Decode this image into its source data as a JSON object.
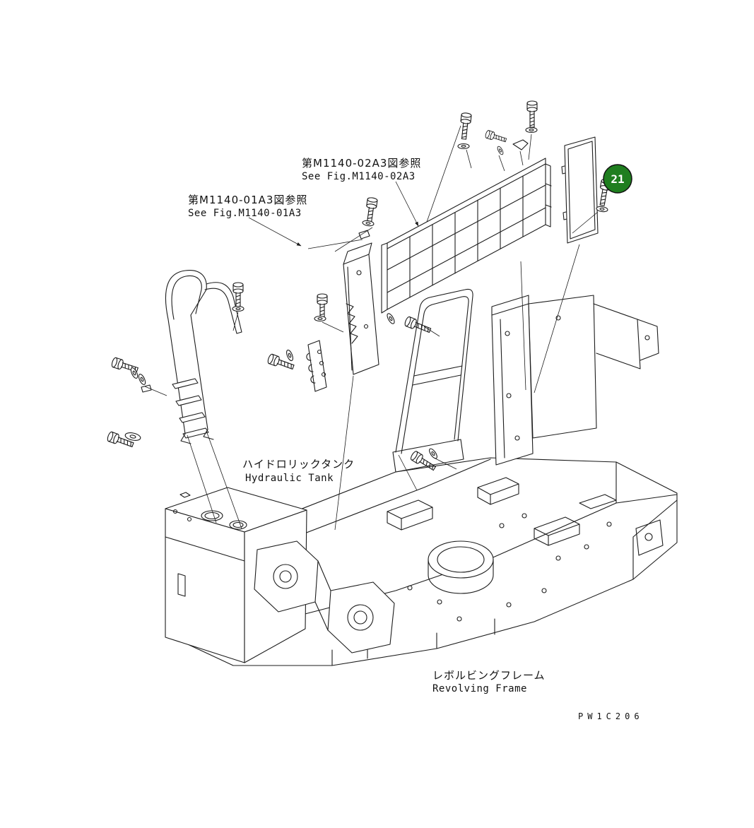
{
  "figure": {
    "code": "PW1C206",
    "callout": {
      "number": "21",
      "color": "#1f7e1f"
    }
  },
  "labels": {
    "see_fig_02a3_jp": "第M1140-02A3図参照",
    "see_fig_02a3_en": "See Fig.M1140-02A3",
    "see_fig_01a3_jp": "第M1140-01A3図参照",
    "see_fig_01a3_en": "See Fig.M1140-01A3",
    "hydraulic_tank_jp": "ハイドロリックタンク",
    "hydraulic_tank_en": "Hydraulic Tank",
    "revolving_frame_jp": "レボルビングフレーム",
    "revolving_frame_en": "Revolving Frame"
  }
}
